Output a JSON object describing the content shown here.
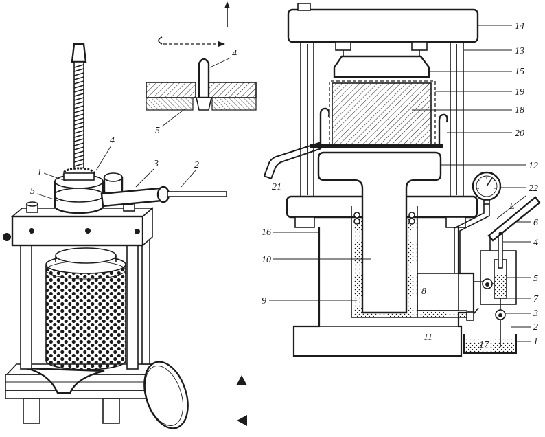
{
  "colors": {
    "ink": "#1c1c1c",
    "paper": "#ffffff"
  },
  "icons": {
    "up_marker": "up-triangle-icon",
    "left_marker": "left-triangle-icon"
  },
  "screw_press": {
    "labels": {
      "n1": "1",
      "n2": "2",
      "n3": "3",
      "n4": "4",
      "n5": "5"
    }
  },
  "inset_detail": {
    "labels": {
      "n4": "4",
      "n5": "5"
    }
  },
  "hydraulic_press": {
    "labels": {
      "n1": "1",
      "n2": "2",
      "n3": "3",
      "n4": "4",
      "n5": "5",
      "n6": "6",
      "n7": "7",
      "n8": "8",
      "n9": "9",
      "n10": "10",
      "n11": "11",
      "n12": "12",
      "n13": "13",
      "n14": "14",
      "n15": "15",
      "n16": "16",
      "n17": "17",
      "n18": "18",
      "n19": "19",
      "n20": "20",
      "n21": "21",
      "n22": "22",
      "L": "L"
    }
  }
}
